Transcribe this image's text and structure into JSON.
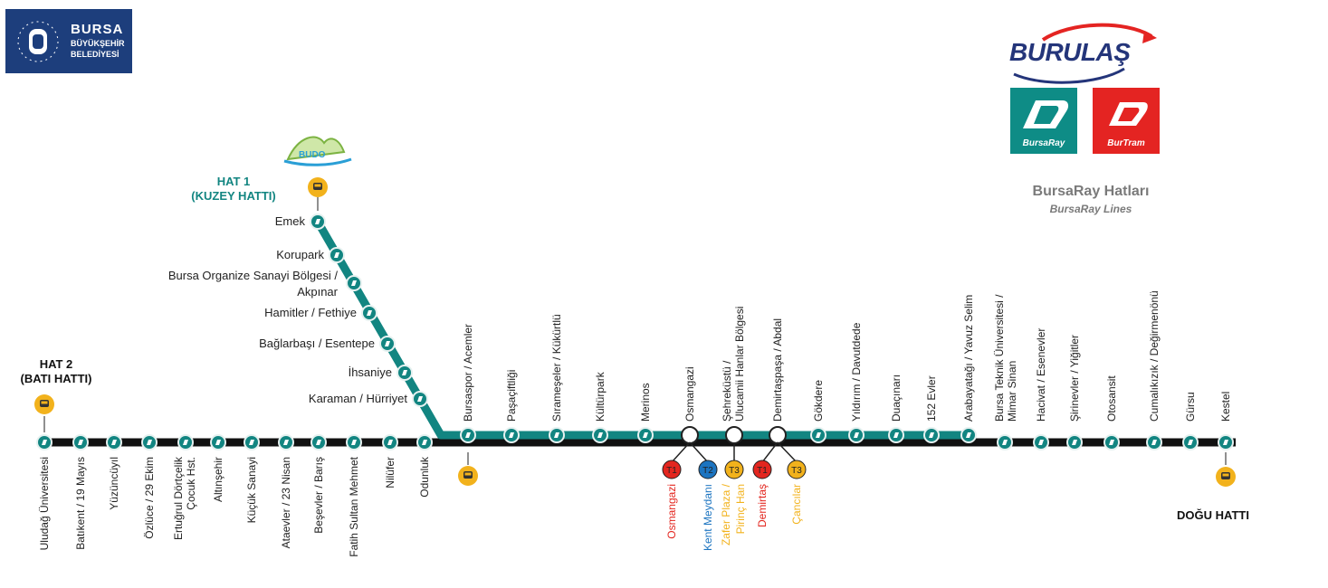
{
  "logos": {
    "municipality": {
      "line1": "BURSA",
      "line2": "BÜYÜKŞEHİR",
      "line3": "BELEDİYESİ"
    },
    "operator": "BURULAŞ",
    "bursaray_caption": "BursaRay",
    "burtram_caption": "BurTram",
    "budo_label": "BUDO"
  },
  "legend": {
    "title": "BursaRay Hatları",
    "subtitle": "BursaRay Lines"
  },
  "lines": {
    "hat1": {
      "line1": "HAT 1",
      "line2": "(KUZEY HATTI)"
    },
    "hat2": {
      "line1": "HAT 2",
      "line2": "(BATI HATTI)"
    },
    "east": "DOĞU HATTI"
  },
  "colors": {
    "line1": "#128581",
    "line2": "#111111",
    "t1": "#e3261f",
    "t2": "#1c74c0",
    "t3": "#f2b21c",
    "bus": "#f2b21c"
  },
  "stations": {
    "north": [
      "Emek",
      "Korupark",
      "Bursa Organize Sanayi Bölgesi / Akpınar",
      "Hamitler / Fethiye",
      "Bağlarbaşı / Esentepe",
      "İhsaniye",
      "Karaman / Hürriyet"
    ],
    "west": [
      "Uludağ Üniversitesi",
      "Batıkent / 19 Mayıs",
      "Yüzüncüyıl",
      "Özlüce / 29 Ekim",
      "Ertuğrul Dörtçelik Çocuk Hst.",
      "Altınşehir",
      "Küçük Sanayi",
      "Ataevler / 23 Nisan",
      "Beşevler / Barış",
      "Fatih Sultan Mehmet",
      "Nilüfer",
      "Odunluk"
    ],
    "shared": [
      "Bursaspor / Acemler",
      "Paşaçiftliği",
      "Sırameşeler / Kükürtlü",
      "Kültürpark",
      "Merinos",
      "Osmangazi",
      "Şehreküstü / Ulucamii Hanlar Bölgesi",
      "Demirtaşpaşa / Abdal",
      "Gökdere",
      "Yıldırım / Davutdede",
      "Duaçınarı",
      "152 Evler",
      "Arabayatağı / Yavuz Selim"
    ],
    "east": [
      "Bursa Teknik Üniversitesi / Mimar Sinan",
      "Hacivat / Esenevler",
      "Şirinevler / Yiğitler",
      "Otosansit",
      "Cumalıkızık / Değirmenönü",
      "Gürsu",
      "Kestel"
    ]
  },
  "tram_transfers": [
    {
      "badge": "T1",
      "label": "Osmangazi",
      "color": "#e3261f"
    },
    {
      "badge": "T2",
      "label": "Kent Meydanı",
      "color": "#1c74c0"
    },
    {
      "badge": "T3",
      "label": "Zafer Plaza / Pirinç Han",
      "color": "#f2b21c"
    },
    {
      "badge": "T1",
      "label": "Demirtaş",
      "color": "#e3261f"
    },
    {
      "badge": "T3",
      "label": "Çancılar",
      "color": "#f2b21c"
    }
  ]
}
